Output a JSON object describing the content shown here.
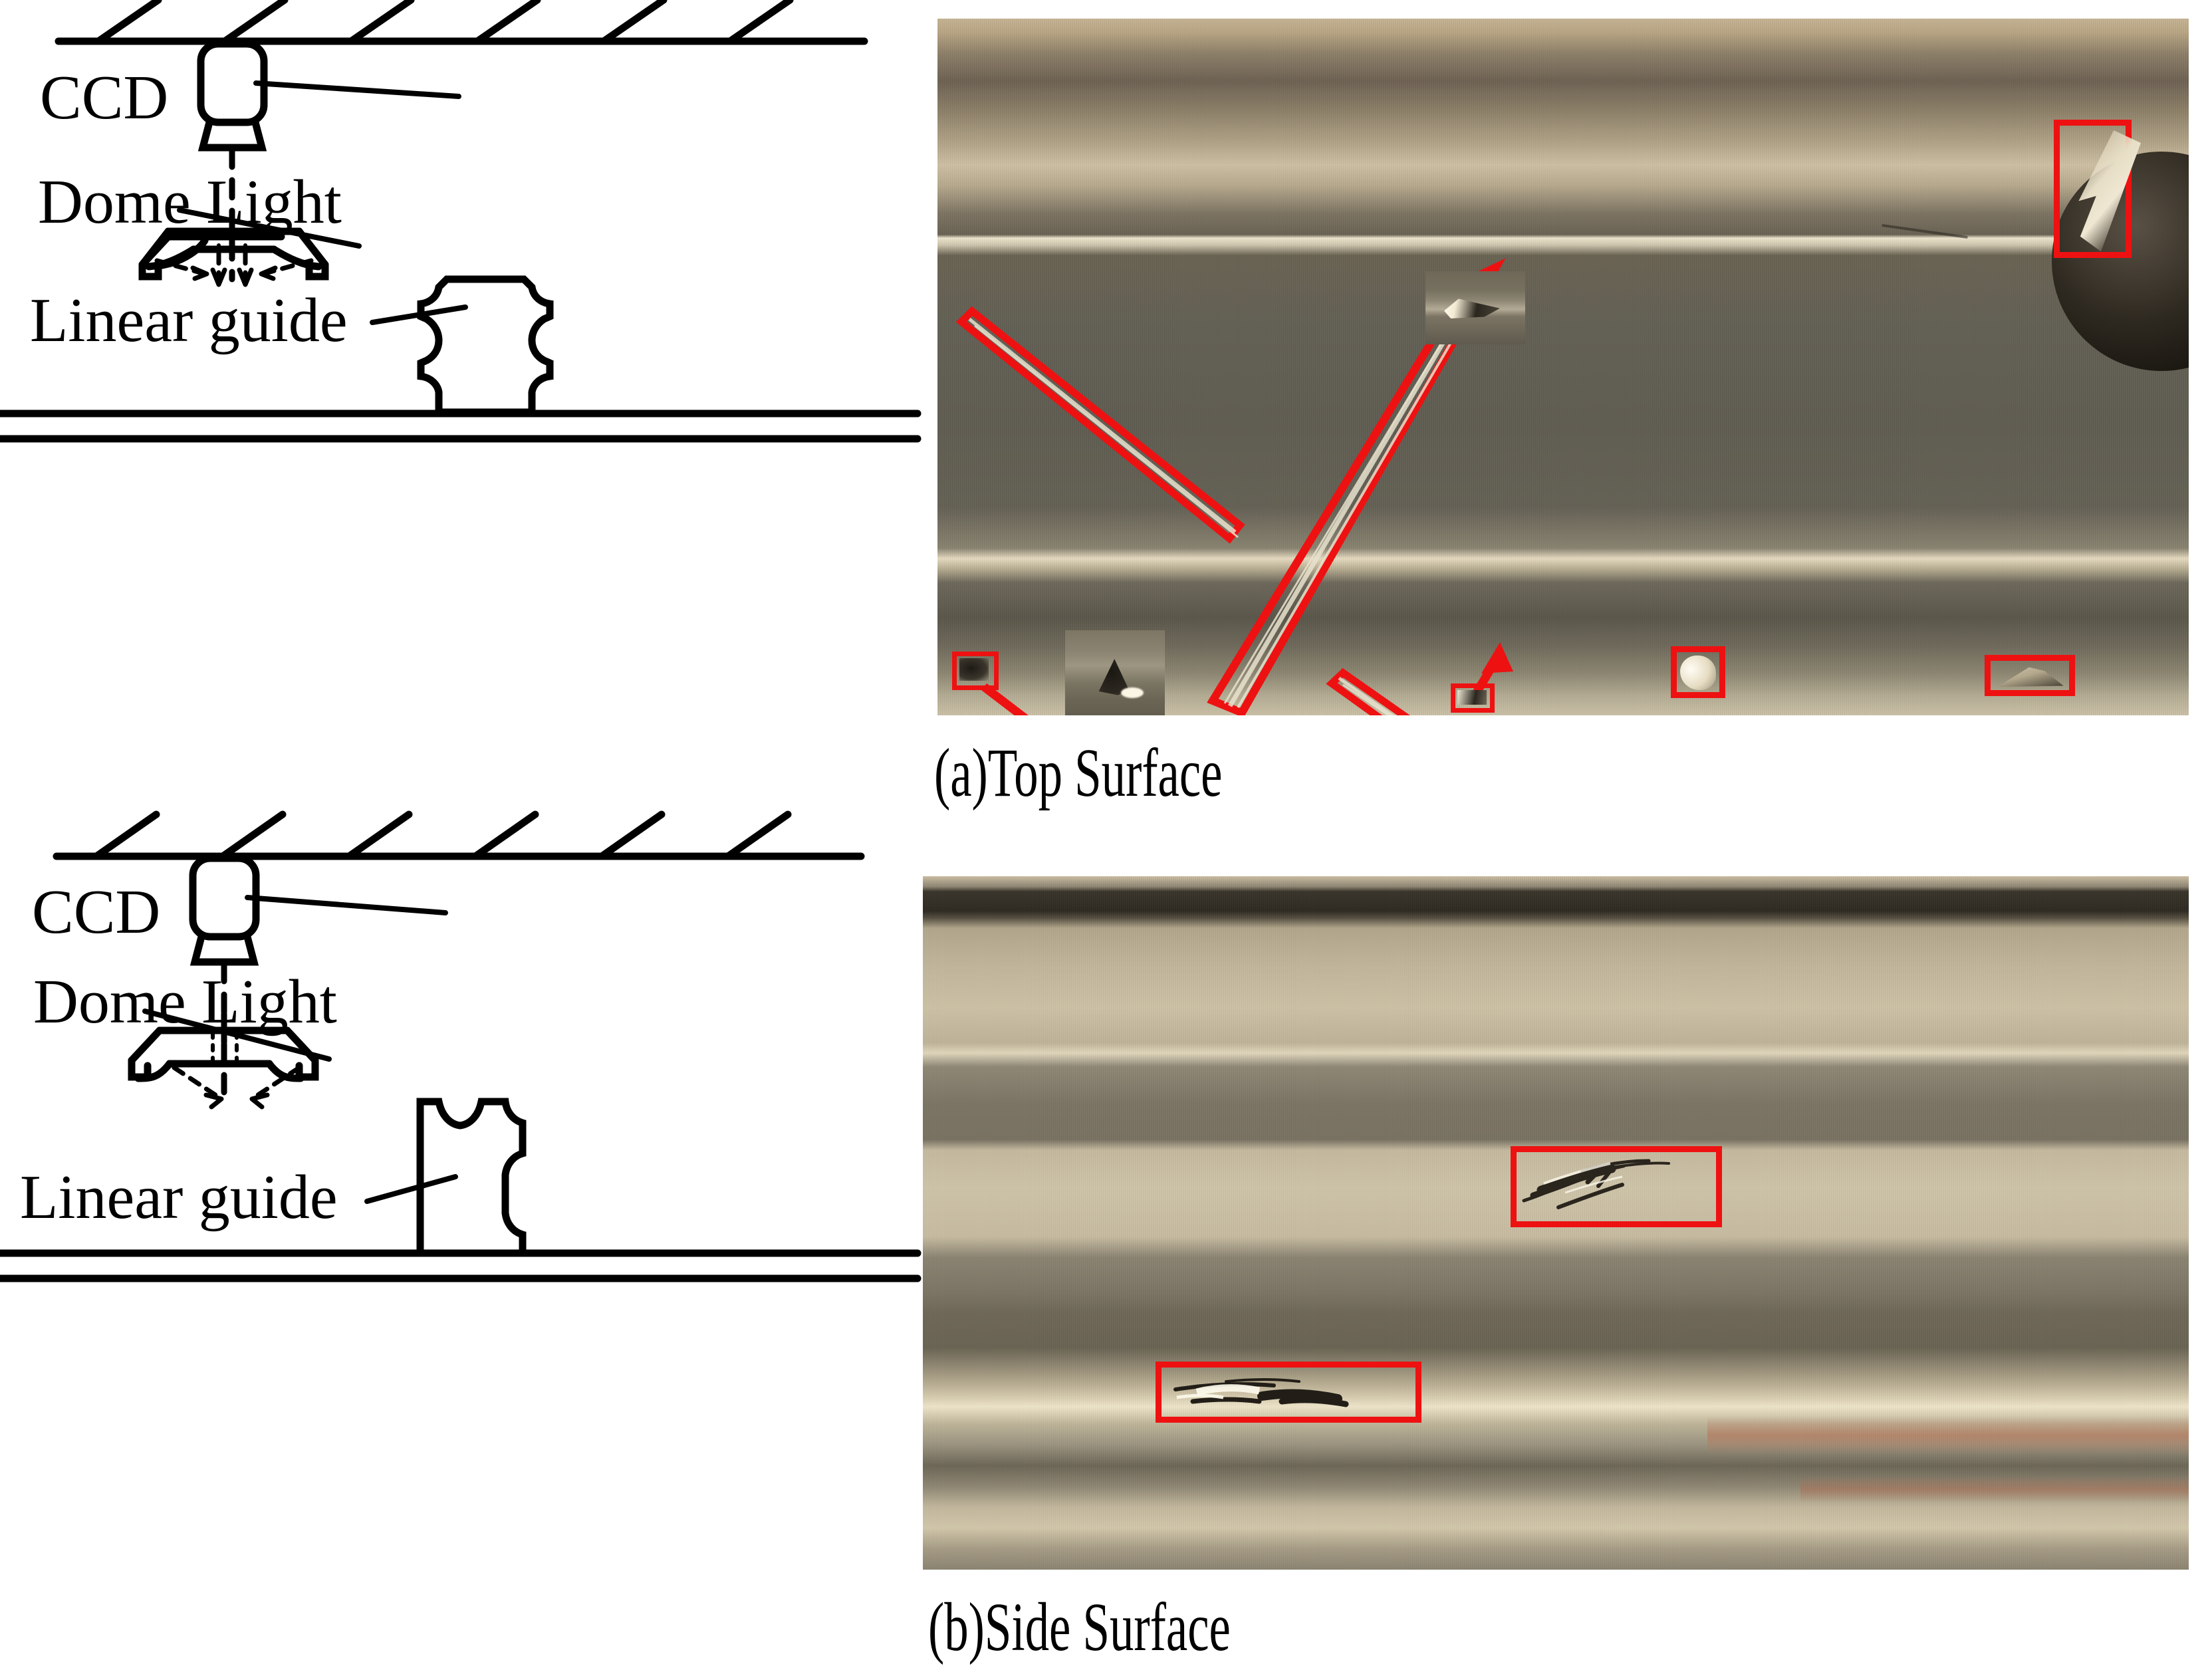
{
  "figure": {
    "title": "Linear guide surface inspection setup and defect images",
    "accent_red": "#ee1111",
    "line_color": "#000000"
  },
  "diagrams": [
    {
      "id": "top-setup",
      "labels": {
        "ccd": "CCD",
        "dome_light": "Dome Light",
        "linear_guide": "Linear guide"
      },
      "view": "top-surface-inspection"
    },
    {
      "id": "side-setup",
      "labels": {
        "ccd": "CCD",
        "dome_light": "Dome Light",
        "linear_guide": "Linear guide"
      },
      "view": "side-surface-inspection"
    }
  ],
  "photos": [
    {
      "id": "top-surface-photo",
      "caption": "(a)Top Surface",
      "surface": "top",
      "defect_count": 8,
      "magnified_insets": 2
    },
    {
      "id": "side-surface-photo",
      "caption": "(b)Side Surface",
      "surface": "side",
      "defect_count": 2,
      "magnified_insets": 0
    }
  ]
}
